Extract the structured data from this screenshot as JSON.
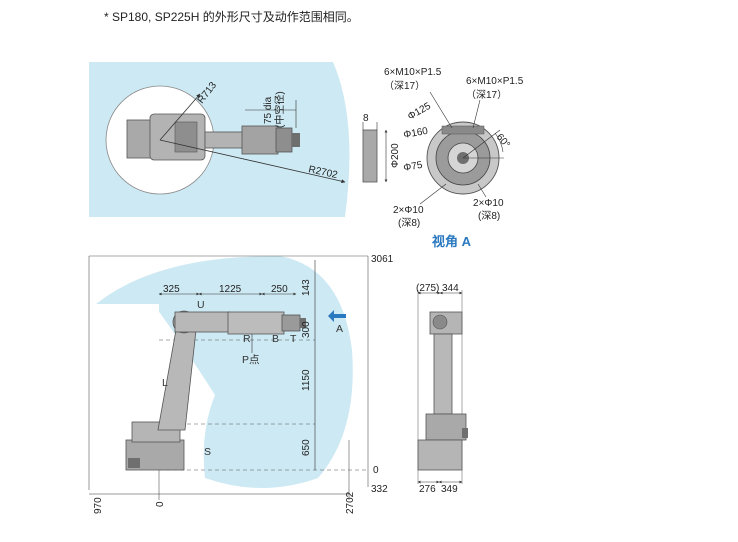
{
  "note": "* SP180, SP225H 的外形尺寸及动作范围相同。",
  "top_view": {
    "r713": "R713",
    "r2702": "R2702",
    "hollow_dia": "75 dia",
    "hollow_cn": "(中空径)"
  },
  "view_a": {
    "title": "视角 A",
    "thread_a": "6×M10×P1.5",
    "thread_a_depth": "（深17）",
    "thread_b": "6×M10×P1.5",
    "thread_b_depth": "（深17）",
    "d125": "Φ125",
    "d160": "Φ160",
    "d75": "Φ75",
    "d200": "Φ200",
    "w8": "8",
    "angle": "60°",
    "pin_a": "2×Φ10",
    "pin_a_depth": "(深8)",
    "pin_b": "2×Φ10",
    "pin_b_depth": "(深8)"
  },
  "side_view": {
    "h3061": "3061",
    "d325": "325",
    "d1225": "1225",
    "d250": "250",
    "d143": "143",
    "d300": "300",
    "d1150": "1150",
    "d650": "650",
    "d332": "332",
    "zero_r": "0",
    "x970": "970",
    "x0": "0",
    "x2702": "2702",
    "axis_u": "U",
    "axis_r": "R",
    "axis_b": "B",
    "axis_t": "T",
    "axis_l": "L",
    "axis_s": "S",
    "point_p": "P点",
    "arrow_a": "A"
  },
  "front_view": {
    "d275": "(275)",
    "d344": "344",
    "d276": "276",
    "d349": "349"
  },
  "colors": {
    "envelope": "#cde9f3",
    "robot": "#a9a9a9",
    "robot_dark": "#6f6f6f",
    "line": "#333333",
    "accent": "#2a78c0"
  }
}
